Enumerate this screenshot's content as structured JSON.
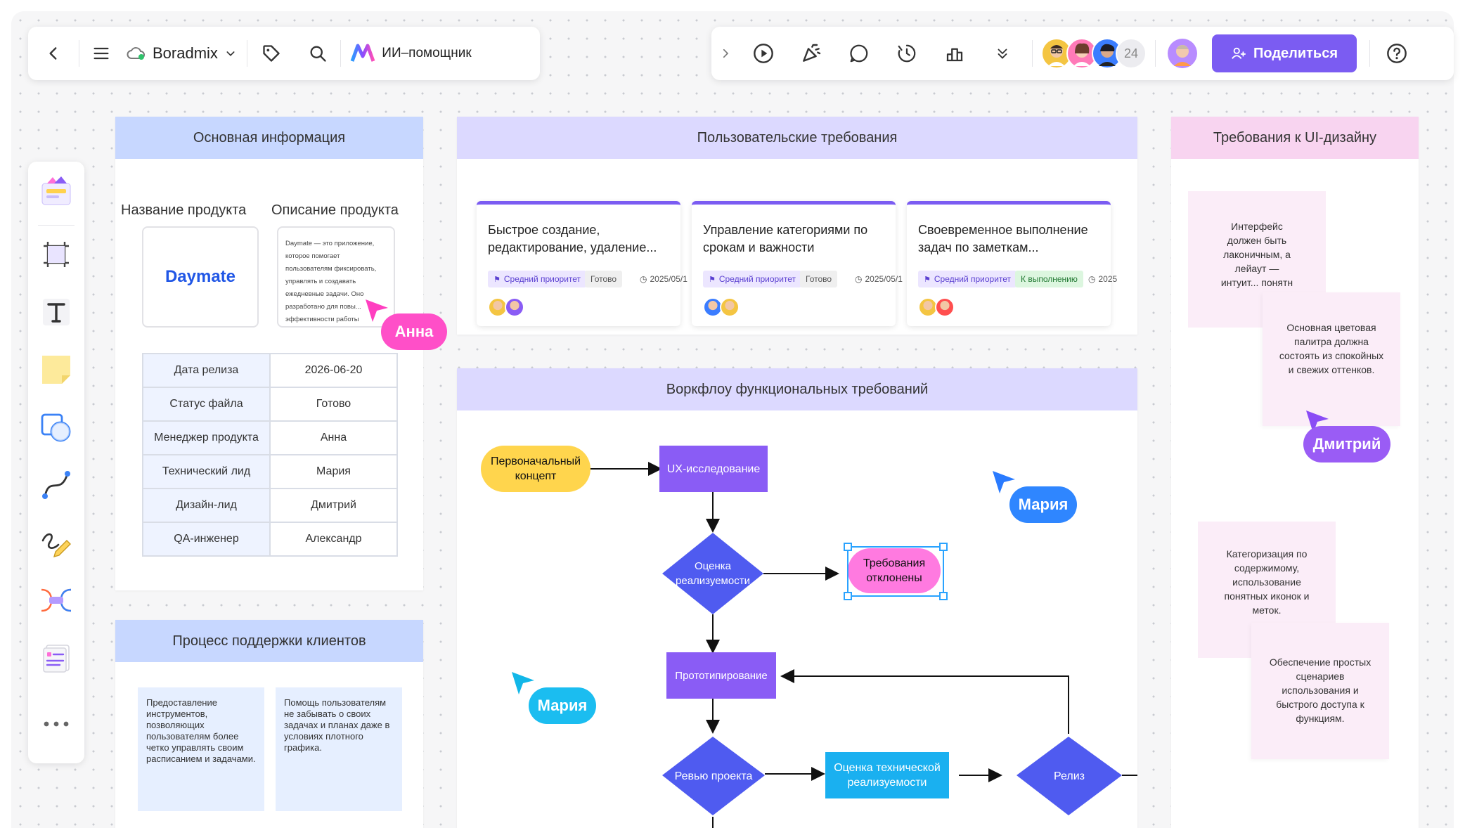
{
  "top_toolbar": {
    "brand_name": "Boradmix",
    "ai_label": "ИИ–помощник"
  },
  "right_toolbar": {
    "collaborators_count": "24",
    "share_label": "Поделиться"
  },
  "basic_info": {
    "header": "Основная информация",
    "product_name_label": "Название продукта",
    "product_description_label": "Описание продукта",
    "product_name_value": "Daymate",
    "product_description_value": "Daymate — это приложение, которое помогает пользователям фиксировать, управлять и создавать ежедневные задачи. Оно разработано для повы... эффективности работы",
    "rows": [
      {
        "key": "Дата релиза",
        "value": "2026-06-20"
      },
      {
        "key": "Статус файла",
        "value": "Готово"
      },
      {
        "key": "Менеджер продукта",
        "value": "Анна"
      },
      {
        "key": "Технический лид",
        "value": "Мария"
      },
      {
        "key": "Дизайн-лид",
        "value": "Дмитрий"
      },
      {
        "key": "QA-инженер",
        "value": "Александр"
      }
    ]
  },
  "support": {
    "header": "Процесс поддержки клиентов",
    "note1": "Предоставление инструментов, позволяющих пользователям более четко управлять своим расписанием и задачами.",
    "note2": "Помощь пользователям не забывать о своих задачах и планах даже в условиях плотного графика."
  },
  "user_requirements": {
    "header": "Пользовательские требования",
    "cards": [
      {
        "title": "Быстрое создание, редактирование, удаление...",
        "priority": "Средний приоритет",
        "status": "Готово",
        "date": "2025/05/1"
      },
      {
        "title": "Управление категориями по срокам и важности",
        "priority": "Средний приоритет",
        "status": "Готово",
        "date": "2025/05/1"
      },
      {
        "title": "Своевременное выполнение задач по заметкам...",
        "priority": "Средний приоритет",
        "status": "К выполнению",
        "date": "2025"
      }
    ]
  },
  "workflow": {
    "header": "Воркфлоу функциональных требований",
    "start": "Первоначальный концепт",
    "ux": "UX-исследование",
    "feasibility": "Оценка реализуемости",
    "rejected": "Требования отклонены",
    "prototype": "Прототипирование",
    "review": "Ревью проекта",
    "tech_eval": "Оценка технической реализуемости",
    "release": "Релиз"
  },
  "ui_requirements": {
    "header": "Требования к UI-дизайну",
    "note1": "Интерфейс должен быть лаконичным, а лейаут — интуит... понятн",
    "note2": "Основная цветовая палитра должна состоять из спокойных и свежих оттенков.",
    "note3": "Категоризация по содержимому, использование понятных иконок и меток.",
    "note4": "Обеспечение простых сценариев использования и быстрого доступа к функциям."
  },
  "cursors": {
    "anna": "Анна",
    "maria1": "Мария",
    "maria2": "Мария",
    "dmitry": "Дмитрий"
  },
  "colors": {
    "accent": "#7b5cf2",
    "frame_blue": "#c7d7ff",
    "frame_purple": "#dcd9ff",
    "frame_pink": "#f8d4f0",
    "flow_purple": "#8a5cf5",
    "flow_blue": "#4f5bf0",
    "flow_yellow": "#ffd54d",
    "flow_cyan": "#1ab0f0",
    "flow_pink": "#ff7ae0"
  }
}
